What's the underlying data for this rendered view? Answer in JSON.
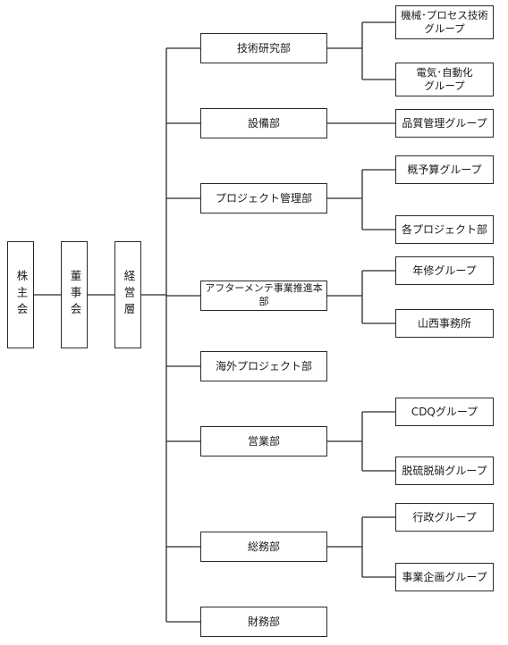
{
  "orgchart": {
    "top_chain": [
      "株主会",
      "董事会",
      "経営層"
    ],
    "departments": [
      {
        "label": "技術研究部",
        "groups": [
          "機械･プロセス技術\nグループ",
          "電気･自動化\nグループ"
        ]
      },
      {
        "label": "設備部",
        "groups": [
          "品質管理グループ"
        ]
      },
      {
        "label": "プロジェクト管理部",
        "groups": [
          "概予算グループ",
          "各プロジェクト部"
        ]
      },
      {
        "label": "アフターメンテ事業推進本部",
        "groups": [
          "年修グループ",
          "山西事務所"
        ]
      },
      {
        "label": "海外プロジェクト部",
        "groups": []
      },
      {
        "label": "営業部",
        "groups": [
          "CDQグループ",
          "脱硫脱硝グループ"
        ]
      },
      {
        "label": "総務部",
        "groups": [
          "行政グループ",
          "事業企画グループ"
        ]
      },
      {
        "label": "財務部",
        "groups": []
      }
    ]
  }
}
